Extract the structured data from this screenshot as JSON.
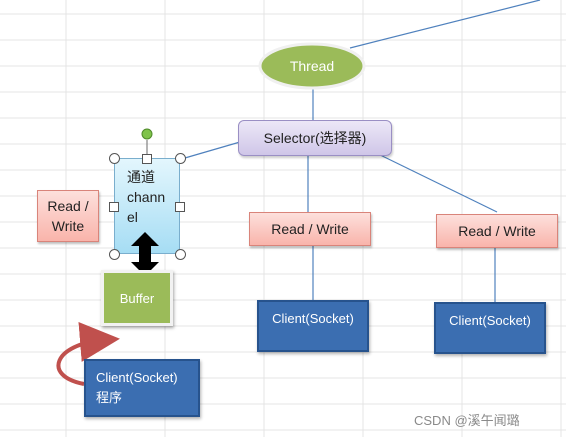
{
  "thread": {
    "label": "Thread"
  },
  "selector": {
    "label": "Selector(选择器)"
  },
  "channel": {
    "line1": "通道",
    "line2": "chann",
    "line3": "el"
  },
  "buffer": {
    "label": "Buffer"
  },
  "rw_left": {
    "line1": "Read /",
    "line2": "Write"
  },
  "rw_mid": {
    "label": "Read / Write"
  },
  "rw_right": {
    "label": "Read / Write"
  },
  "client_mid": {
    "label": "Client(Socket)"
  },
  "client_right": {
    "label": "Client(Socket)"
  },
  "client_left": {
    "line1": "Client(Socket)",
    "line2": "程序"
  },
  "watermark": "CSDN @溪午闻璐",
  "colors": {
    "thread_fill": "#9bbb59",
    "selector_fill": "#d9d2ee",
    "channel_fill": "#bfe7f7",
    "buffer_fill": "#9bbb59",
    "client_fill": "#3b6eb1",
    "connector": "#4f81bd",
    "curved_arrow": "#c0504d"
  }
}
